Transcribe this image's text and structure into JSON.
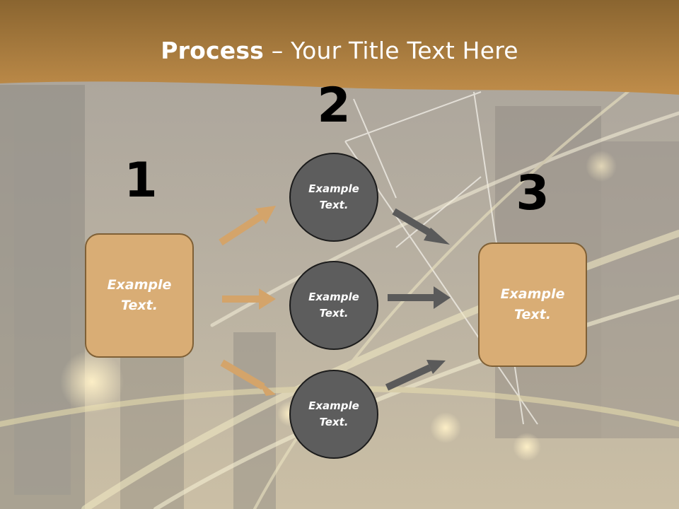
{
  "title": {
    "bold": "Process",
    "rest": " – Your Title Text Here"
  },
  "steps": {
    "one": {
      "number": "1",
      "text": "Example\nText."
    },
    "two": {
      "number": "2",
      "items": [
        "Example\nText.",
        "Example\nText.",
        "Example\nText."
      ]
    },
    "three": {
      "number": "3",
      "text": "Example\nText."
    }
  },
  "colors": {
    "header": "#b7843f",
    "box_fill": "#d9ad75",
    "circle_fill": "#5d5d5d",
    "arrow_tan": "#d4a46a",
    "arrow_gray": "#5a5a5a"
  }
}
